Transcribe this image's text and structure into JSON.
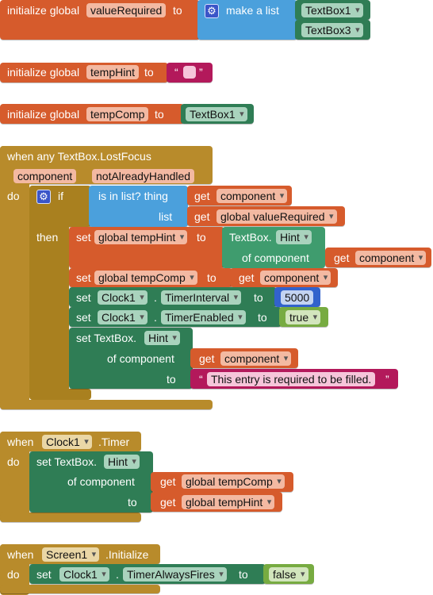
{
  "colors": {
    "variables": "#d65b2c",
    "lists": "#4ba0dc",
    "components": "#2f7d55",
    "component_getters": "#3f9c6e",
    "events": "#b88b2b",
    "control": "#a9801f",
    "text": "#b3195b",
    "math": "#3262cc",
    "logic": "#77ab41"
  },
  "block1": {
    "init": "initialize global",
    "name": "valueRequired",
    "to": "to",
    "make_list": "make a list",
    "item1": "TextBox1",
    "item2": "TextBox3"
  },
  "block2": {
    "init": "initialize global",
    "name": "tempHint",
    "to": "to",
    "open_quote": "“",
    "close_quote": "”"
  },
  "block3": {
    "init": "initialize global",
    "name": "tempComp",
    "to": "to",
    "component": "TextBox1"
  },
  "block4": {
    "event": "when any TextBox.LostFocus",
    "param1": "component",
    "param2": "notAlreadyHandled",
    "do": "do",
    "if": "if",
    "is_in_list": "is in list? thing",
    "list": "list",
    "get": "get",
    "get_component": "component",
    "get_value_required": "global valueRequired",
    "then": "then",
    "set": "set",
    "set_temp_hint": "global tempHint",
    "to": "to",
    "textbox_prefix": "TextBox.",
    "hint": "Hint",
    "of_component": "of component",
    "set_temp_comp": "global tempComp",
    "clock": "Clock1",
    "dot": ".",
    "timer_interval": "TimerInterval",
    "interval_value": "5000",
    "timer_enabled": "TimerEnabled",
    "true_value": "true",
    "set_textbox": "set TextBox.",
    "open_quote": "“",
    "close_quote": "”",
    "message": "This entry is required to be filled."
  },
  "block5": {
    "when": "when",
    "clock": "Clock1",
    "event": ".Timer",
    "do": "do",
    "set_textbox": "set TextBox.",
    "hint": "Hint",
    "of_component": "of component",
    "get": "get",
    "temp_comp": "global tempComp",
    "to": "to",
    "temp_hint": "global tempHint"
  },
  "block6": {
    "when": "when",
    "screen": "Screen1",
    "event": ".Initialize",
    "do": "do",
    "set": "set",
    "clock": "Clock1",
    "dot": ".",
    "timer_always_fires": "TimerAlwaysFires",
    "to": "to",
    "false_value": "false"
  }
}
